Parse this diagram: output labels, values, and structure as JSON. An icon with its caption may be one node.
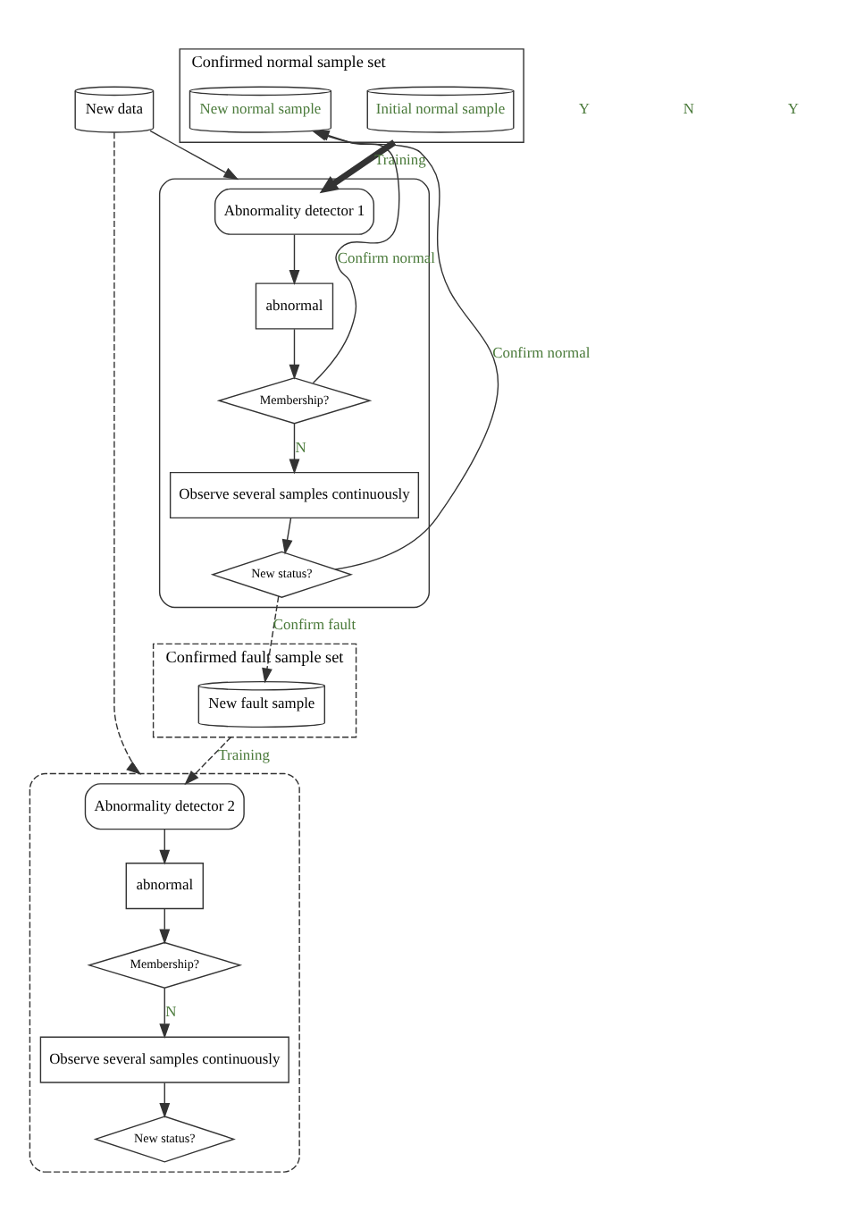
{
  "diagram": {
    "nodes": [
      {
        "text": [
          "New data"
        ]
      },
      {
        "text": [
          "Confirmed normal sample set"
        ]
      },
      {
        "text": [
          "Initial normal sample"
        ],
        "in": 1
      },
      {
        "text": [
          "New normal sample"
        ],
        "in": 1
      },
      {
        "text": [],
        "shape": "box"
      },
      {
        "text": [
          "Abnormality detector 1"
        ],
        "in": 4
      },
      {
        "text": [
          "abnormal"
        ],
        "in": 4
      },
      {
        "text": [
          "Membership?"
        ],
        "in": 4
      },
      {
        "text": [
          "Observe several samples continuously"
        ],
        "in": 4
      },
      {
        "text": [
          "New status?"
        ],
        "in": 4
      },
      {
        "text": [
          "Confirmed fault sample set"
        ]
      },
      {
        "text": [
          "New fault sample"
        ],
        "in": 10
      },
      {
        "text": [],
        "shape": "box"
      },
      {
        "text": [
          "Abnormality detector 2"
        ],
        "in": 12
      },
      {
        "text": [
          "abnormal"
        ],
        "in": 12
      },
      {
        "text": [
          "Membership?"
        ],
        "in": 12
      },
      {
        "text": [
          "Observe several samples continuously"
        ],
        "in": 12
      },
      {
        "text": [
          "New status?"
        ],
        "in": 12
      }
    ],
    "edges": [
      {
        "from": 0,
        "to": 4,
        "arrow": "to"
      },
      {
        "from": 1,
        "to": 5,
        "arrow": "to",
        "label": "Training",
        "style": "thick"
      },
      {
        "from": 5,
        "to": 6,
        "arrow": "to"
      },
      {
        "from": 6,
        "to": 7,
        "arrow": "to"
      },
      {
        "from": 7,
        "to": 3,
        "arrow": "to",
        "label": "Confirm normal"
      },
      {
        "from": 7,
        "to": 8,
        "arrow": "to",
        "label": "N"
      },
      {
        "from": 8,
        "to": 9,
        "arrow": "to"
      },
      {
        "from": 9,
        "to": 3,
        "arrow": "to",
        "label": "Confirm normal"
      },
      {
        "from": 9,
        "to": 11,
        "arrow": "to",
        "label": "Confirm fault",
        "style": "dashed"
      },
      {
        "from": 0,
        "to": 12,
        "arrow": "to",
        "style": "dashed"
      },
      {
        "from": 10,
        "to": 13,
        "arrow": "to",
        "label": "Training",
        "style": "dashed"
      },
      {
        "from": 13,
        "to": 14,
        "arrow": "to"
      },
      {
        "from": 14,
        "to": 15,
        "arrow": "to"
      },
      {
        "from": 15,
        "to": 16,
        "arrow": "to",
        "label": "N"
      },
      {
        "from": 16,
        "to": 17,
        "arrow": "to"
      }
    ],
    "labels": [
      "Y",
      "N",
      "Y"
    ]
  }
}
